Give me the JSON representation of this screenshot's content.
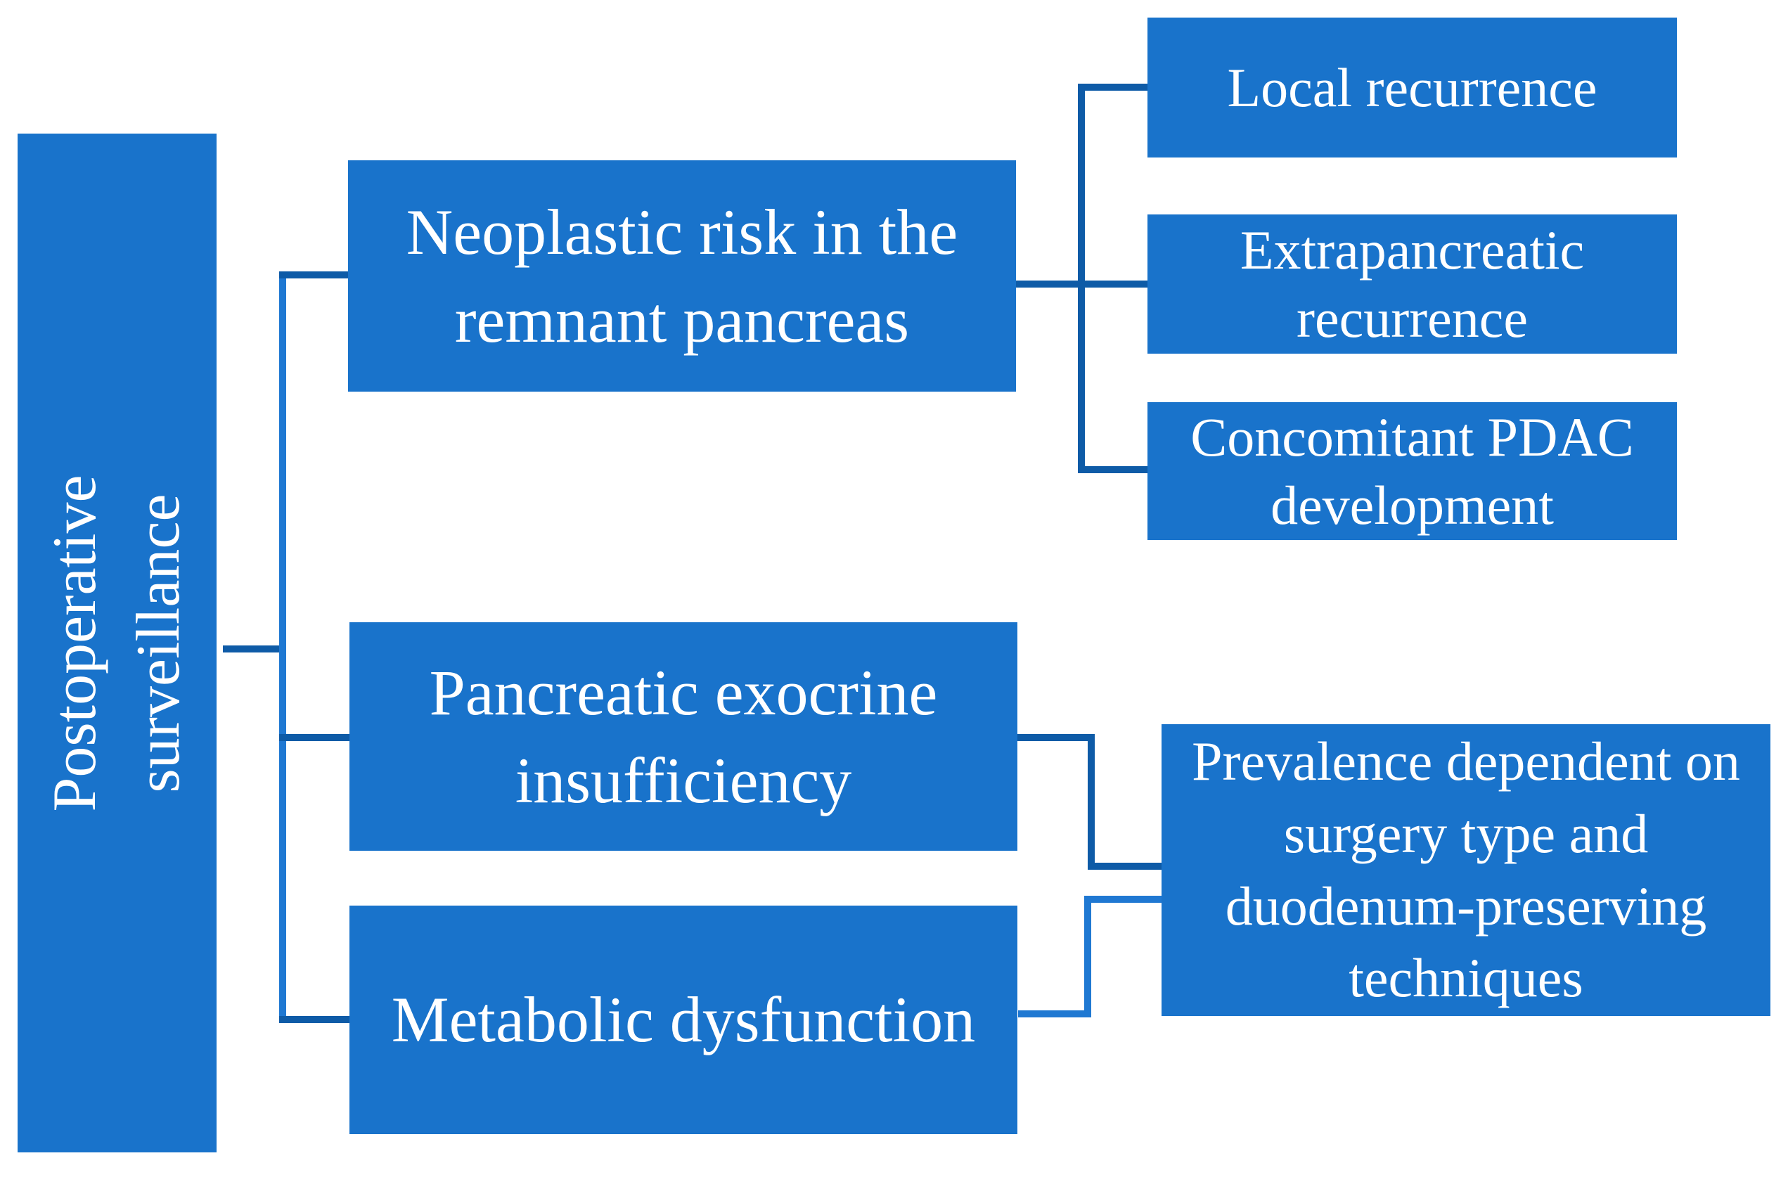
{
  "figure": {
    "background": "#ffffff",
    "box_fill": "#1973CB",
    "connector_dark": "#0E5BA7",
    "connector_bright": "#1F78D2",
    "text_color": "#ffffff"
  },
  "nodes": {
    "root": {
      "label": "Postoperative\nsurveillance"
    },
    "neoplastic": {
      "label": "Neoplastic risk in the\nremnant pancreas"
    },
    "pancreatic": {
      "label": "Pancreatic exocrine\ninsufficiency"
    },
    "metabolic": {
      "label": "Metabolic dysfunction"
    },
    "local_recurrence": {
      "label": "Local recurrence"
    },
    "extrapancreatic": {
      "label": "Extrapancreatic\nrecurrence"
    },
    "concomitant": {
      "label": "Concomitant PDAC\ndevelopment"
    },
    "prevalence": {
      "label": "Prevalence dependent on\nsurgery type and\nduodenum-preserving\ntechniques"
    }
  }
}
